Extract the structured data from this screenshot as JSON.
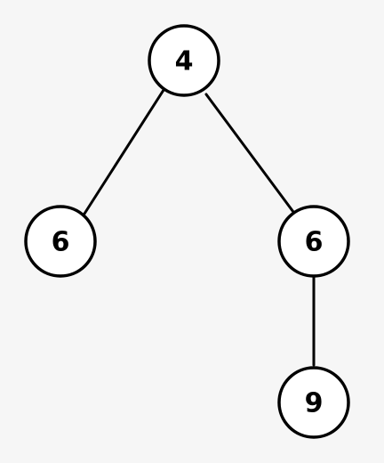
{
  "tree": {
    "nodes": [
      {
        "id": "root",
        "value": "4"
      },
      {
        "id": "left",
        "value": "6"
      },
      {
        "id": "right",
        "value": "6"
      },
      {
        "id": "right-child",
        "value": "9"
      }
    ],
    "edges": [
      {
        "from": "root",
        "to": "left"
      },
      {
        "from": "root",
        "to": "right"
      },
      {
        "from": "right",
        "to": "right-child"
      }
    ]
  }
}
